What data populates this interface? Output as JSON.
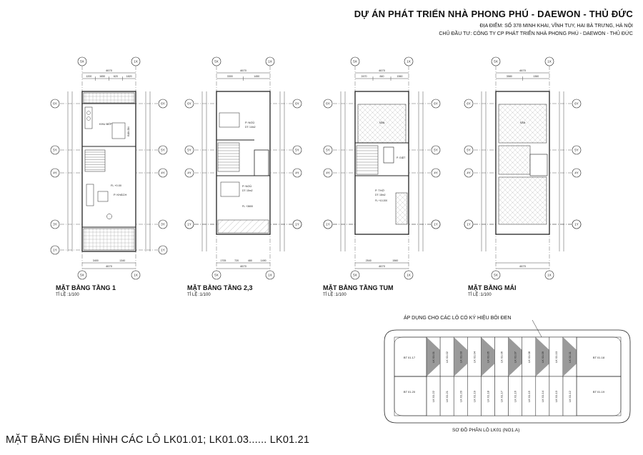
{
  "header": {
    "project": "DỰ ÁN PHÁT TRIỂN NHÀ PHONG PHÚ - DAEWON - THỦ ĐỨC",
    "location": "ĐỊA ĐIỂM: SỐ 378 MINH KHAI, VĨNH TUY, HAI BÀ TRƯNG, HÀ NỘI",
    "investor": "CHỦ ĐẦU TƯ: CÔNG TY CP PHÁT TRIỂN NHÀ PHONG PHÚ - DAEWON - THỦ ĐỨC"
  },
  "plans": [
    {
      "title": "MẶT BẰNG TẦNG 1",
      "scale": "TỈ LỆ :1/100",
      "dims_top": [
        "4670",
        "1200",
        "1650",
        "620",
        "1820"
      ],
      "dims_bottom": [
        "3400",
        "1340",
        "4670"
      ],
      "rooms": [
        "KHU BẾP",
        "BÀN ĂN",
        "P. KHÁCH",
        "FL +0.00"
      ]
    },
    {
      "title": "MẶT BẰNG TẦNG 2,3",
      "scale": "TỈ LỆ :1/100",
      "dims_top": [
        "4670",
        "3300",
        "1450"
      ],
      "dims_bottom": [
        "1705",
        "720",
        "480",
        "1490",
        "4670"
      ],
      "rooms": [
        "P. NGỦ",
        "DT: 14m2",
        "P. NGỦ",
        "DT: 15m2",
        "FL +3600"
      ]
    },
    {
      "title": "MẶT BẰNG TẦNG TUM",
      "scale": "TỈ LỆ :1/100",
      "dims_top": [
        "4670",
        "2470",
        "840",
        "1560"
      ],
      "dims_bottom": [
        "2540",
        "1560",
        "4670"
      ],
      "rooms": [
        "SÂN",
        "P. GIẶT",
        "P. THỜ",
        "DT: 18m2",
        "FL +10.200"
      ]
    },
    {
      "title": "MẶT BẰNG MÁI",
      "scale": "TỈ LỆ :1/100",
      "dims_top": [
        "4670",
        "3580",
        "1360"
      ],
      "dims_bottom": [
        "4670"
      ],
      "rooms": [
        "SÂN"
      ]
    }
  ],
  "grid_axes": {
    "columns": [
      "5X",
      "1X"
    ],
    "rows": [
      "6Y",
      "5Y",
      "4Y",
      "3Y",
      "1Y"
    ]
  },
  "site_plan": {
    "note": "ÁP DỤNG CHO CÁC LÔ CÓ KÝ HIỆU BÔI ĐEN",
    "caption": "SƠ ĐỒ PHÂN LÔ LK01 (NO1.A)",
    "bt_left": [
      "BT 01.17",
      "BT 01.20"
    ],
    "bt_right": [
      "BT 01.18",
      "BT 01.19"
    ],
    "lots_top": [
      "LK 01.01",
      "LK 01.02",
      "LK 01.03",
      "LK 01.04",
      "LK 01.05",
      "LK 01.06",
      "LK 01.07",
      "LK 01.08",
      "LK 01.09",
      "LK 01.10",
      "LK 01.11"
    ],
    "lots_bottom": [
      "LK 01.22",
      "LK 01.21",
      "LK 01.20",
      "LK 01.19",
      "LK 01.18",
      "LK 01.17",
      "LK 01.16",
      "LK 01.15",
      "LK 01.14",
      "LK 01.13",
      "LK 01.12"
    ]
  },
  "footer_title": "MẶT BẰNG ĐIỂN HÌNH CÁC LÔ LK01.01; LK01.03...... LK01.21"
}
